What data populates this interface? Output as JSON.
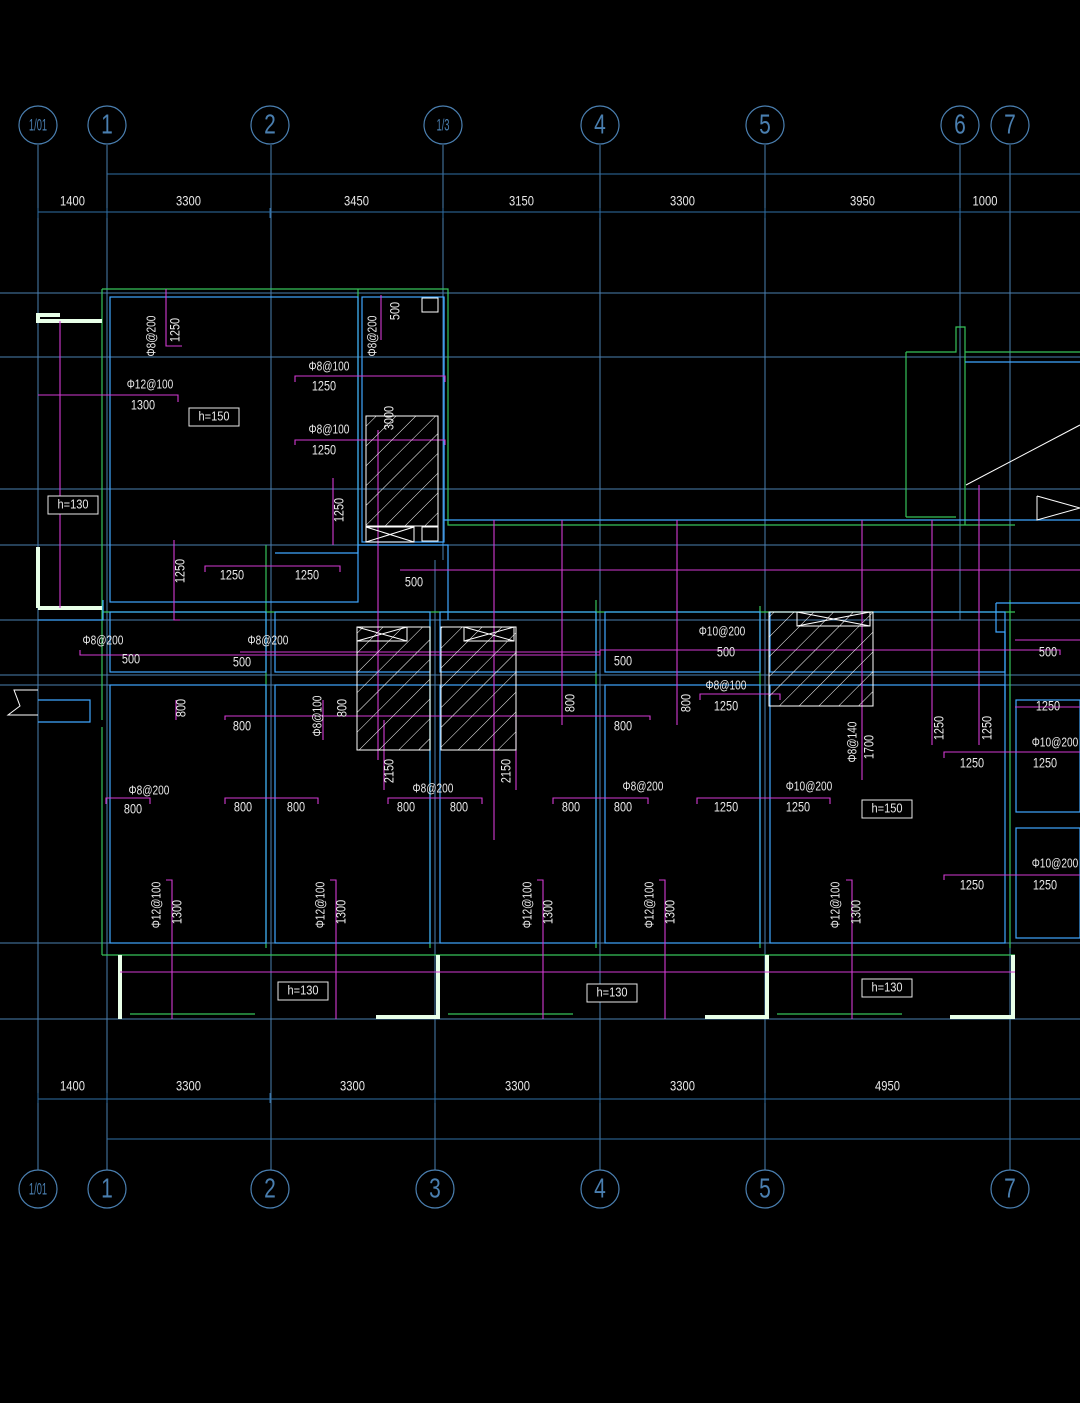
{
  "colors": {
    "background": "#000000",
    "axis": "#4a7fb0",
    "wall_blue": "#3fa7ff",
    "wall_green": "#36c25a",
    "rebar": "#d23ad2",
    "dim_line": "#2f6fa6",
    "text": "#e8e8e8",
    "opening": "#ffffff"
  },
  "axes_top": {
    "labels": [
      "1/01",
      "1",
      "2",
      "1/3",
      "4",
      "5",
      "6",
      "7"
    ],
    "dims": [
      "1400",
      "3300",
      "3450",
      "3150",
      "3300",
      "3950",
      "1000"
    ]
  },
  "axes_bottom": {
    "labels": [
      "1/01",
      "1",
      "2",
      "3",
      "4",
      "5",
      "7"
    ],
    "dims": [
      "1400",
      "3300",
      "3300",
      "3300",
      "3300",
      "4950"
    ]
  },
  "slab_thickness": [
    {
      "text": "h=150"
    },
    {
      "text": "h=130"
    },
    {
      "text": "h=150"
    },
    {
      "text": "h=130"
    },
    {
      "text": "h=130"
    },
    {
      "text": "h=130"
    }
  ],
  "rebar_labels": [
    {
      "text": "Φ8@200"
    },
    {
      "text": "1250"
    },
    {
      "text": "Φ8@200"
    },
    {
      "text": "500"
    },
    {
      "text": "Φ8@100"
    },
    {
      "text": "1250"
    },
    {
      "text": "Φ12@100"
    },
    {
      "text": "1300"
    },
    {
      "text": "Φ8@100"
    },
    {
      "text": "1250"
    },
    {
      "text": "3000"
    },
    {
      "text": "1250"
    },
    {
      "text": "1250"
    },
    {
      "text": "1250"
    },
    {
      "text": "1250"
    },
    {
      "text": "500"
    },
    {
      "text": "Φ8@200"
    },
    {
      "text": "500"
    },
    {
      "text": "Φ8@200"
    },
    {
      "text": "500"
    },
    {
      "text": "500"
    },
    {
      "text": "Φ10@200"
    },
    {
      "text": "500"
    },
    {
      "text": "500"
    },
    {
      "text": "Φ8@100"
    },
    {
      "text": "1250"
    },
    {
      "text": "1250"
    },
    {
      "text": "800"
    },
    {
      "text": "800"
    },
    {
      "text": "Φ8@100"
    },
    {
      "text": "800"
    },
    {
      "text": "800"
    },
    {
      "text": "800"
    },
    {
      "text": "800"
    },
    {
      "text": "2150"
    },
    {
      "text": "2150"
    },
    {
      "text": "Φ8@140"
    },
    {
      "text": "1700"
    },
    {
      "text": "1250"
    },
    {
      "text": "1250"
    },
    {
      "text": "1250"
    },
    {
      "text": "Φ10@200"
    },
    {
      "text": "1250"
    },
    {
      "text": "Φ8@200"
    },
    {
      "text": "800"
    },
    {
      "text": "800"
    },
    {
      "text": "800"
    },
    {
      "text": "Φ8@200"
    },
    {
      "text": "800"
    },
    {
      "text": "800"
    },
    {
      "text": "800"
    },
    {
      "text": "Φ8@200"
    },
    {
      "text": "800"
    },
    {
      "text": "1250"
    },
    {
      "text": "Φ10@200"
    },
    {
      "text": "1250"
    },
    {
      "text": "Φ10@200"
    },
    {
      "text": "1250"
    },
    {
      "text": "1250"
    },
    {
      "text": "Φ12@100"
    },
    {
      "text": "1300"
    },
    {
      "text": "Φ12@100"
    },
    {
      "text": "1300"
    },
    {
      "text": "Φ12@100"
    },
    {
      "text": "1300"
    },
    {
      "text": "Φ12@100"
    },
    {
      "text": "1300"
    },
    {
      "text": "Φ12@100"
    },
    {
      "text": "1300"
    }
  ]
}
